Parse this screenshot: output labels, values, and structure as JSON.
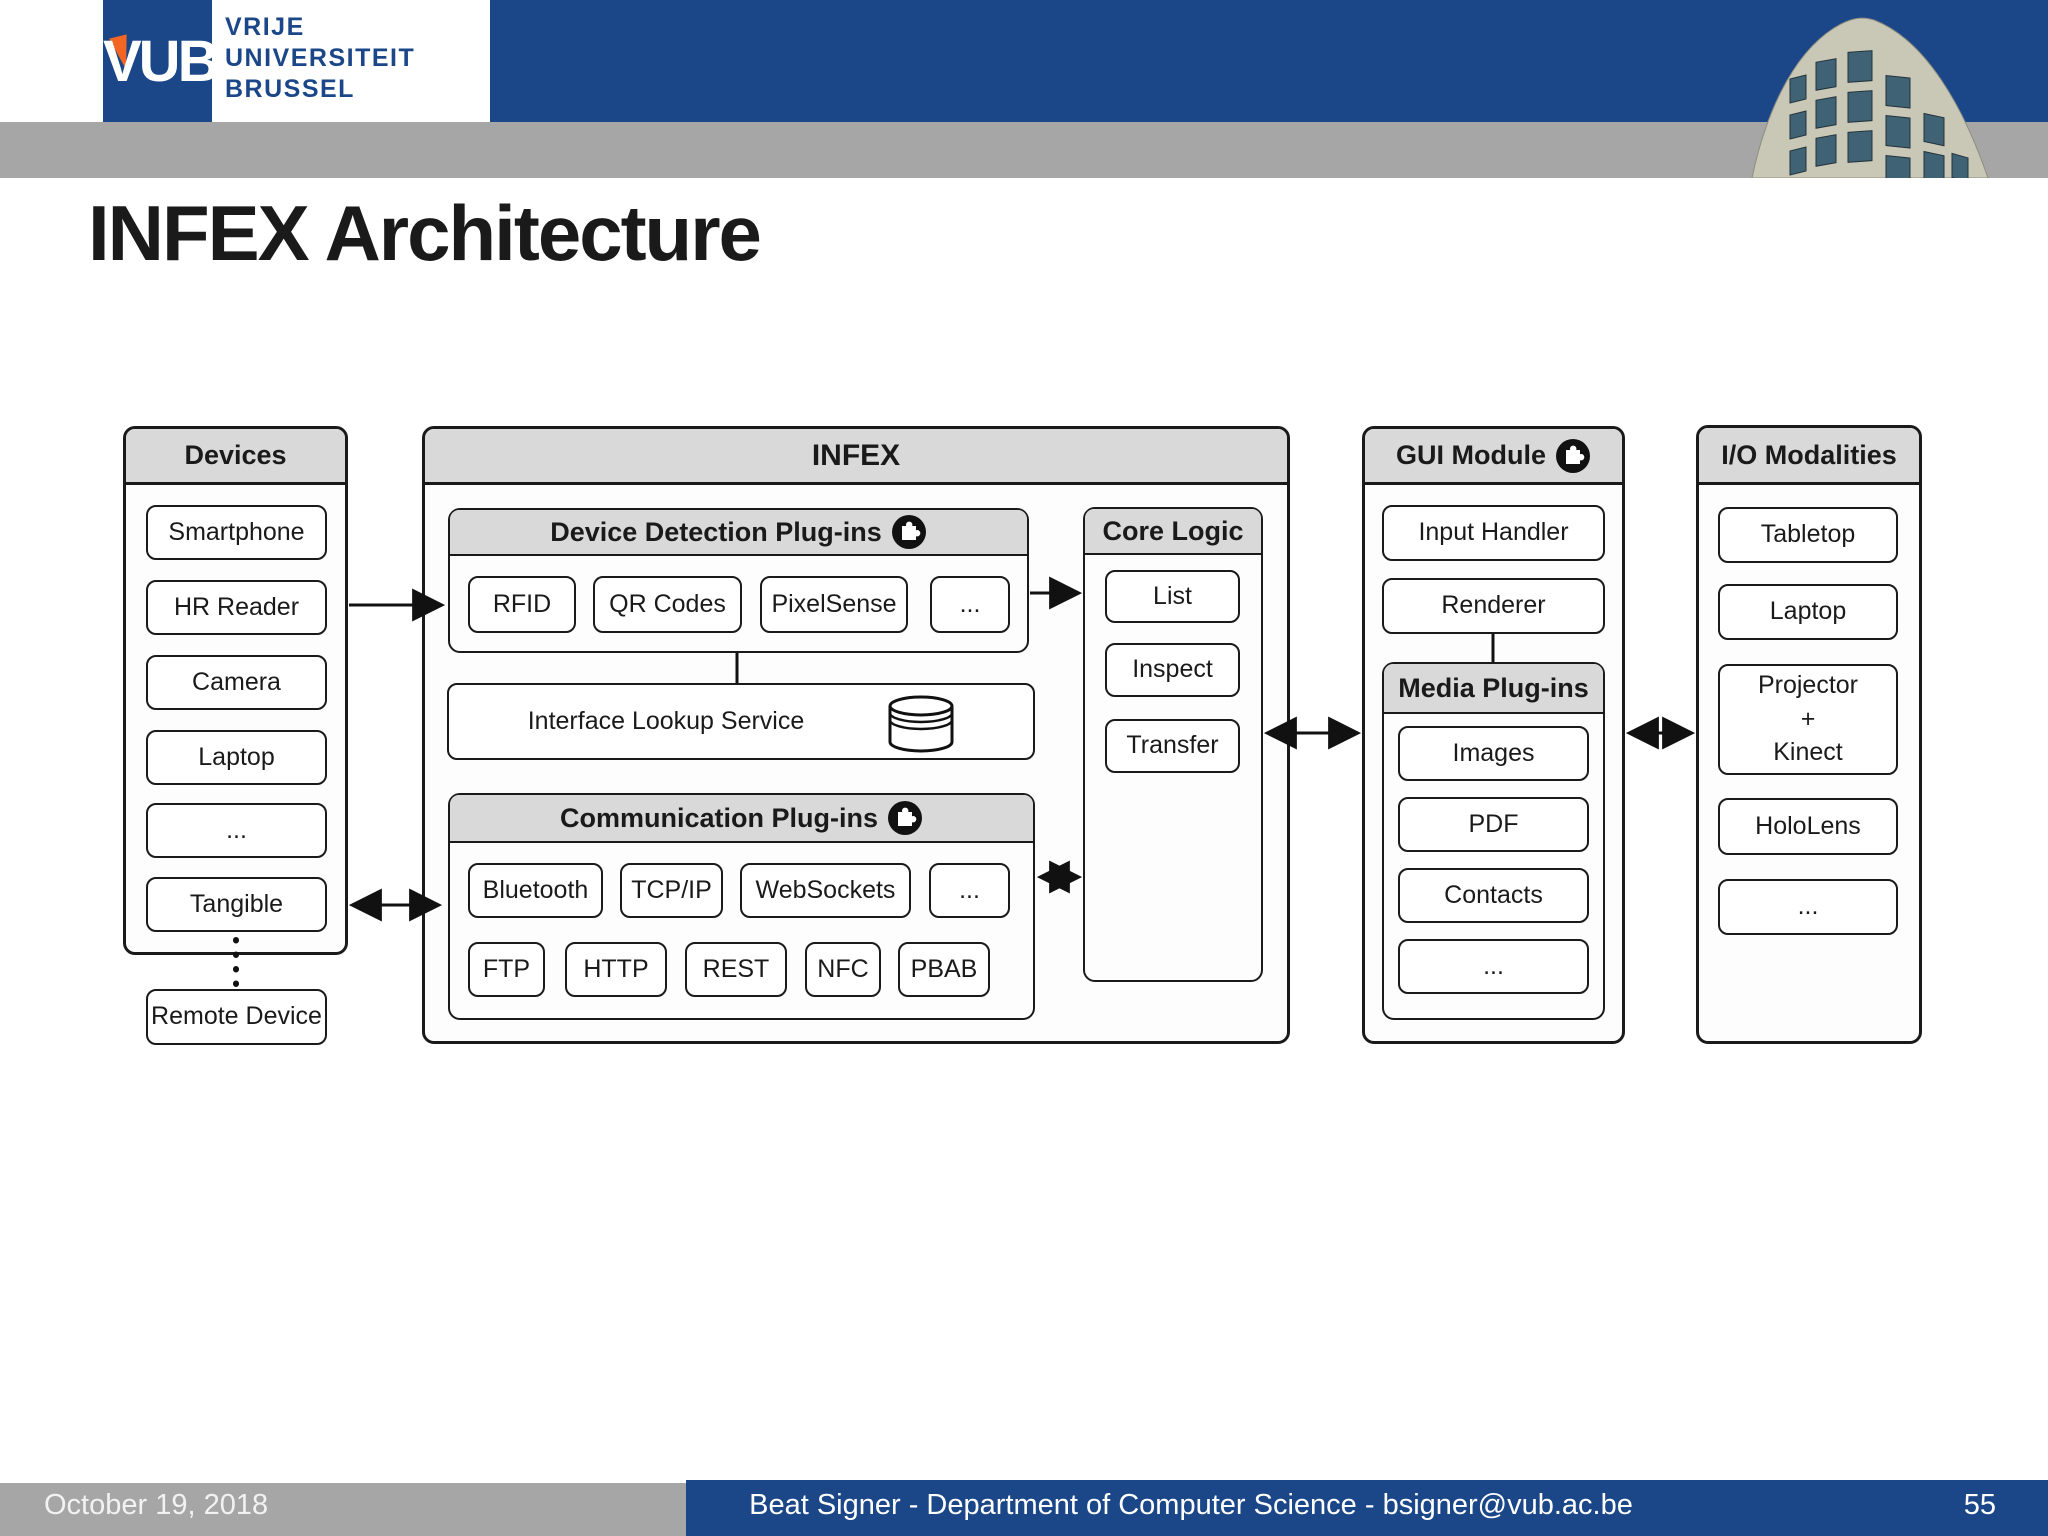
{
  "header": {
    "logo_acronym": "VUB",
    "logo_line1": "VRIJE",
    "logo_line2": "UNIVERSITEIT",
    "logo_line3": "BRUSSEL"
  },
  "title": "INFEX Architecture",
  "diagram": {
    "devices": {
      "title": "Devices",
      "items": [
        "Smartphone",
        "HR Reader",
        "Camera",
        "Laptop",
        "...",
        "Tangible"
      ],
      "external_item": "Remote Device"
    },
    "infex": {
      "title": "INFEX",
      "device_detection": {
        "title": "Device Detection Plug-ins",
        "items": [
          "RFID",
          "QR Codes",
          "PixelSense",
          "..."
        ]
      },
      "interface_lookup": {
        "label": "Interface Lookup Service"
      },
      "communication": {
        "title": "Communication Plug-ins",
        "row1": [
          "Bluetooth",
          "TCP/IP",
          "WebSockets",
          "..."
        ],
        "row2": [
          "FTP",
          "HTTP",
          "REST",
          "NFC",
          "PBAB"
        ]
      },
      "core_logic": {
        "title": "Core Logic",
        "items": [
          "List",
          "Inspect",
          "Transfer"
        ]
      }
    },
    "gui": {
      "title": "GUI Module",
      "items": [
        "Input Handler",
        "Renderer"
      ],
      "media": {
        "title": "Media Plug-ins",
        "items": [
          "Images",
          "PDF",
          "Contacts",
          "..."
        ]
      }
    },
    "io": {
      "title": "I/O Modalities",
      "items": [
        "Tabletop",
        "Laptop",
        "Projector\n+\nKinect",
        "HoloLens",
        "..."
      ]
    }
  },
  "icons": {
    "plugin_badge": "puzzle-piece",
    "lookup_store": "database-cylinder",
    "top_right": "campus-building-photo"
  },
  "colors": {
    "brand_blue": "#1b4788",
    "band_gray": "#a6a6a6",
    "box_header_gray": "#d9d9d9",
    "accent_orange": "#f26522",
    "line_black": "#1a1a1a"
  },
  "footer": {
    "date": "October 19, 2018",
    "credit": "Beat Signer - Department of Computer Science - bsigner@vub.ac.be",
    "page": "55"
  }
}
